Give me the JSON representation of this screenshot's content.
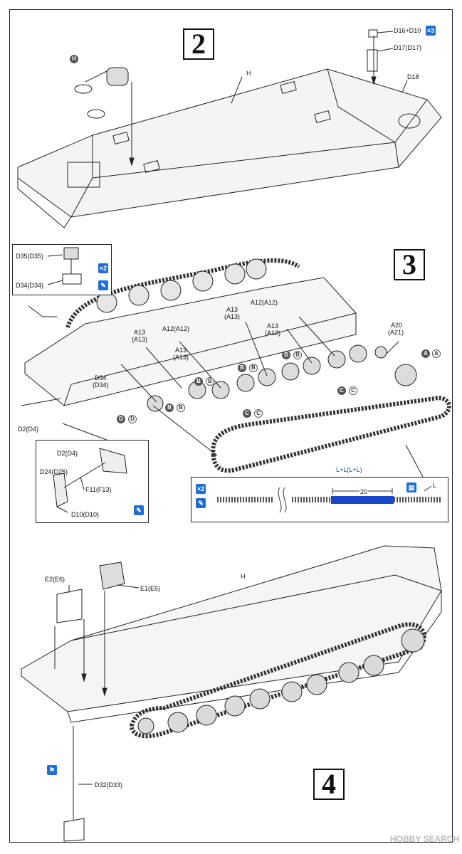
{
  "steps": [
    "2",
    "3",
    "4"
  ],
  "step2": {
    "H": "H",
    "D16_D10": "D16+D10",
    "x3": "×3",
    "D17": "D17(D17)",
    "D18": "D18"
  },
  "step3": {
    "inset1": {
      "D35": "D35(D35)",
      "D34": "D34(D34)",
      "x2": "×2"
    },
    "A12a": "A12(A12)",
    "A13_1a": "A13",
    "A13_1b": "(A13)",
    "A12b": "A12(A12)",
    "A13_2a": "A13",
    "A13_2b": "(A13)",
    "A13_3a": "A13",
    "A13_3b": "(A13)",
    "A13_4a": "A13",
    "A13_4b": "(A13)",
    "A20a": "A20",
    "A20b": "(A21)",
    "D34a": "D34",
    "D34b": "(D34)",
    "D2": "D2(D4)",
    "inset2": {
      "D2": "D2(D4)",
      "D24": "D24(D25)",
      "F11": "F11(F13)",
      "D10": "D10(D10)"
    },
    "track": "L+L(L+L)",
    "strip": {
      "x2": "×2",
      "twenty": "20",
      "L": "L"
    },
    "circles": {
      "A": "A",
      "B": "B",
      "C": "C",
      "D": "D"
    }
  },
  "step4": {
    "H": "H",
    "E2": "E2(E6)",
    "E1": "E1(E5)",
    "D32": "D32(D33)"
  },
  "watermark": "HOBBY SEARCH"
}
